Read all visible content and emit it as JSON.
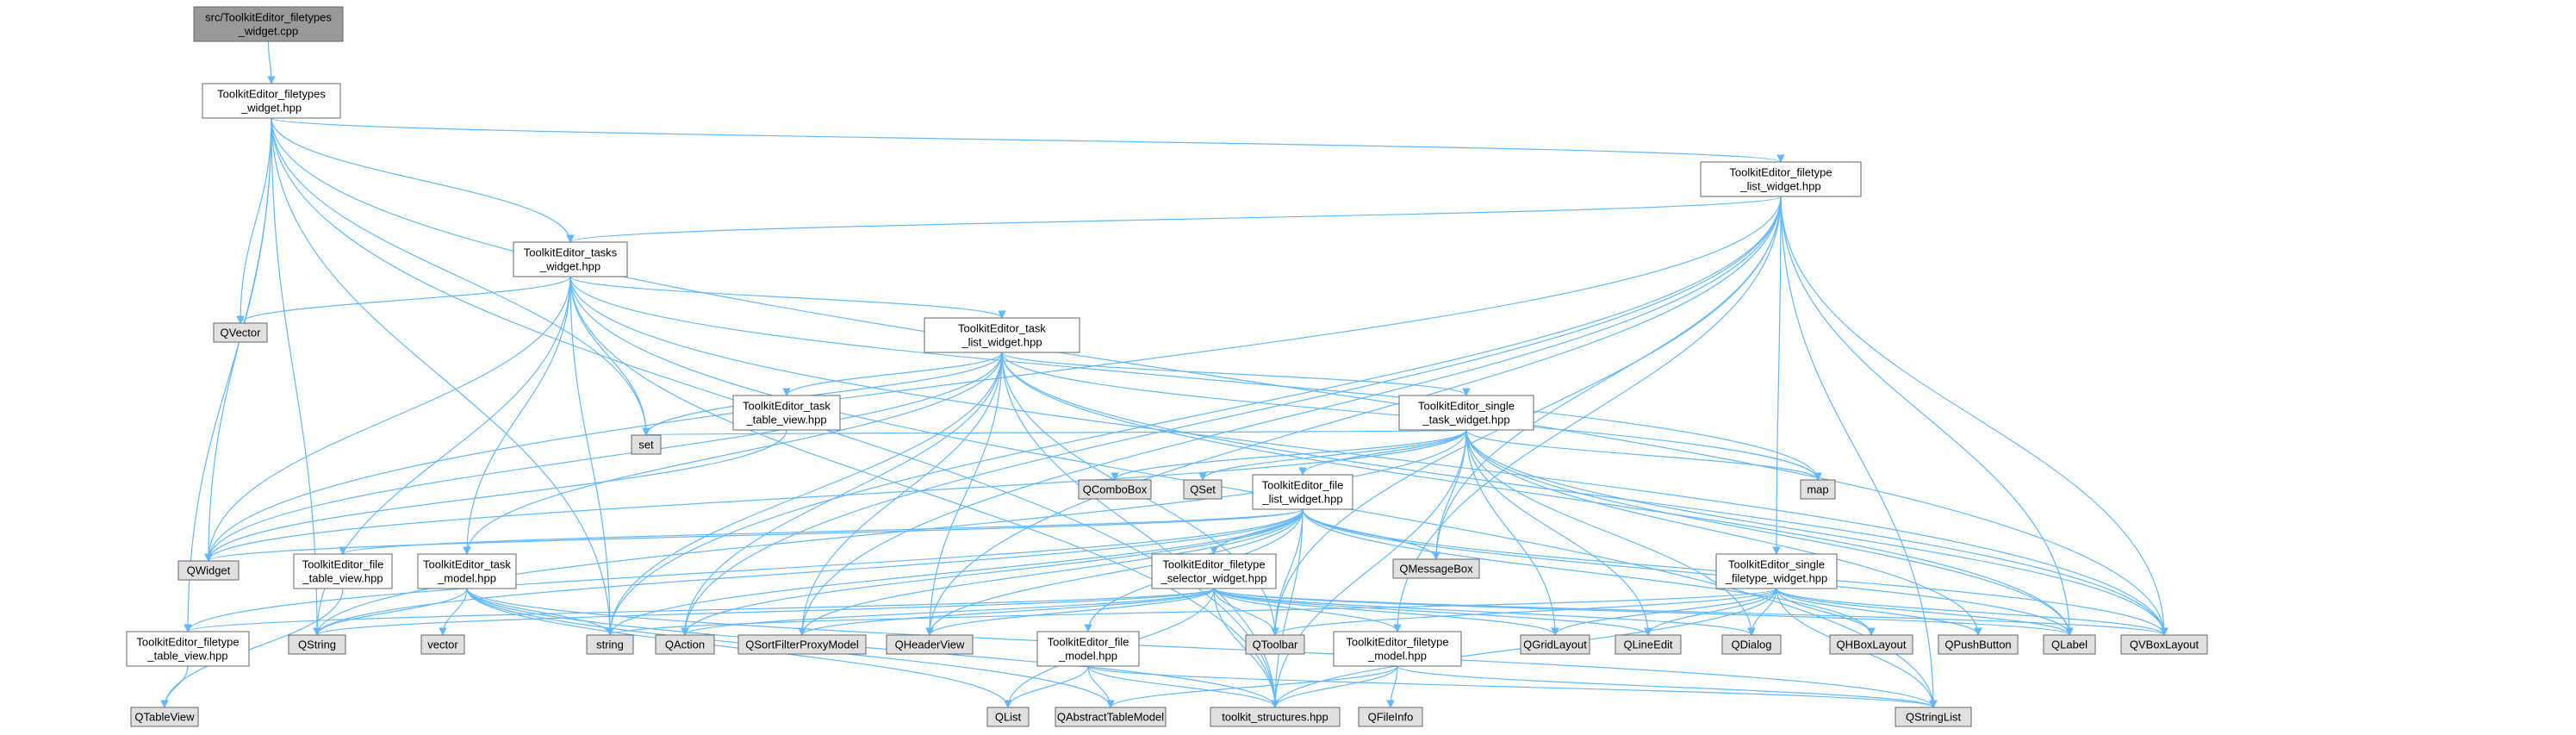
{
  "colors": {
    "edge": "#63b8ff",
    "box_stroke": "#666666",
    "header_fill": "#999999",
    "local_fill": "#ffffff",
    "external_fill": "#e0e0e0"
  },
  "nodes": [
    {
      "id": "n0",
      "lines": [
        "src/ToolkitEditor_filetypes",
        "_widget.cpp"
      ],
      "kind": "header"
    },
    {
      "id": "n1",
      "lines": [
        "ToolkitEditor_filetypes",
        "_widget.hpp"
      ],
      "kind": "local"
    },
    {
      "id": "n2",
      "lines": [
        "ToolkitEditor_filetype",
        "_list_widget.hpp"
      ],
      "kind": "local"
    },
    {
      "id": "n3",
      "lines": [
        "ToolkitEditor_tasks",
        "_widget.hpp"
      ],
      "kind": "local"
    },
    {
      "id": "n4",
      "lines": [
        "QVector"
      ],
      "kind": "external"
    },
    {
      "id": "n5",
      "lines": [
        "ToolkitEditor_task",
        "_list_widget.hpp"
      ],
      "kind": "local"
    },
    {
      "id": "n6",
      "lines": [
        "ToolkitEditor_task",
        "_table_view.hpp"
      ],
      "kind": "local"
    },
    {
      "id": "n7",
      "lines": [
        "ToolkitEditor_single",
        "_task_widget.hpp"
      ],
      "kind": "local"
    },
    {
      "id": "n8",
      "lines": [
        "set"
      ],
      "kind": "external"
    },
    {
      "id": "n9",
      "lines": [
        "QComboBox"
      ],
      "kind": "external"
    },
    {
      "id": "n10",
      "lines": [
        "QSet"
      ],
      "kind": "external"
    },
    {
      "id": "n11",
      "lines": [
        "map"
      ],
      "kind": "external"
    },
    {
      "id": "n12",
      "lines": [
        "ToolkitEditor_file",
        "_list_widget.hpp"
      ],
      "kind": "local"
    },
    {
      "id": "n13",
      "lines": [
        "QWidget"
      ],
      "kind": "external"
    },
    {
      "id": "n14",
      "lines": [
        "ToolkitEditor_file",
        "_table_view.hpp"
      ],
      "kind": "local"
    },
    {
      "id": "n15",
      "lines": [
        "ToolkitEditor_task",
        "_model.hpp"
      ],
      "kind": "local"
    },
    {
      "id": "n16",
      "lines": [
        "ToolkitEditor_filetype",
        "_selector_widget.hpp"
      ],
      "kind": "local"
    },
    {
      "id": "n17",
      "lines": [
        "QMessageBox"
      ],
      "kind": "external"
    },
    {
      "id": "n18",
      "lines": [
        "ToolkitEditor_single",
        "_filetype_widget.hpp"
      ],
      "kind": "local"
    },
    {
      "id": "n19",
      "lines": [
        "ToolkitEditor_filetype",
        "_table_view.hpp"
      ],
      "kind": "local"
    },
    {
      "id": "n20",
      "lines": [
        "QString"
      ],
      "kind": "external"
    },
    {
      "id": "n21",
      "lines": [
        "vector"
      ],
      "kind": "external"
    },
    {
      "id": "n22",
      "lines": [
        "string"
      ],
      "kind": "external"
    },
    {
      "id": "n23",
      "lines": [
        "QAction"
      ],
      "kind": "external"
    },
    {
      "id": "n24",
      "lines": [
        "QSortFilterProxyModel"
      ],
      "kind": "external"
    },
    {
      "id": "n25",
      "lines": [
        "QHeaderView"
      ],
      "kind": "external"
    },
    {
      "id": "n26",
      "lines": [
        "ToolkitEditor_file",
        "_model.hpp"
      ],
      "kind": "local"
    },
    {
      "id": "n27",
      "lines": [
        "QToolbar"
      ],
      "kind": "external"
    },
    {
      "id": "n28",
      "lines": [
        "ToolkitEditor_filetype",
        "_model.hpp"
      ],
      "kind": "local"
    },
    {
      "id": "n29",
      "lines": [
        "QGridLayout"
      ],
      "kind": "external"
    },
    {
      "id": "n30",
      "lines": [
        "QLineEdit"
      ],
      "kind": "external"
    },
    {
      "id": "n31",
      "lines": [
        "QDialog"
      ],
      "kind": "external"
    },
    {
      "id": "n32",
      "lines": [
        "QHBoxLayout"
      ],
      "kind": "external"
    },
    {
      "id": "n33",
      "lines": [
        "QPushButton"
      ],
      "kind": "external"
    },
    {
      "id": "n34",
      "lines": [
        "QLabel"
      ],
      "kind": "external"
    },
    {
      "id": "n35",
      "lines": [
        "QVBoxLayout"
      ],
      "kind": "external"
    },
    {
      "id": "n36",
      "lines": [
        "QTableView"
      ],
      "kind": "external"
    },
    {
      "id": "n37",
      "lines": [
        "QList"
      ],
      "kind": "external"
    },
    {
      "id": "n38",
      "lines": [
        "QAbstractTableModel"
      ],
      "kind": "external"
    },
    {
      "id": "n39",
      "lines": [
        "toolkit_structures.hpp"
      ],
      "kind": "external"
    },
    {
      "id": "n40",
      "lines": [
        "QFileInfo"
      ],
      "kind": "external"
    },
    {
      "id": "n41",
      "lines": [
        "QStringList"
      ],
      "kind": "external"
    }
  ],
  "edges": [
    [
      "n0",
      "n1"
    ],
    [
      "n1",
      "n2"
    ],
    [
      "n1",
      "n3"
    ],
    [
      "n1",
      "n4"
    ],
    [
      "n1",
      "n8"
    ],
    [
      "n1",
      "n13"
    ],
    [
      "n1",
      "n20"
    ],
    [
      "n1",
      "n22"
    ],
    [
      "n1",
      "n35"
    ],
    [
      "n1",
      "n39"
    ],
    [
      "n1",
      "n19"
    ],
    [
      "n2",
      "n3"
    ],
    [
      "n2",
      "n13"
    ],
    [
      "n2",
      "n17"
    ],
    [
      "n2",
      "n18"
    ],
    [
      "n2",
      "n24"
    ],
    [
      "n2",
      "n25"
    ],
    [
      "n2",
      "n34"
    ],
    [
      "n2",
      "n35"
    ],
    [
      "n2",
      "n27"
    ],
    [
      "n2",
      "n23"
    ],
    [
      "n2",
      "n41"
    ],
    [
      "n2",
      "n28"
    ],
    [
      "n2",
      "n22"
    ],
    [
      "n3",
      "n4"
    ],
    [
      "n3",
      "n5"
    ],
    [
      "n3",
      "n8"
    ],
    [
      "n3",
      "n13"
    ],
    [
      "n3",
      "n20"
    ],
    [
      "n3",
      "n22"
    ],
    [
      "n3",
      "n11"
    ],
    [
      "n3",
      "n35"
    ],
    [
      "n3",
      "n15"
    ],
    [
      "n3",
      "n41"
    ],
    [
      "n3",
      "n39"
    ],
    [
      "n5",
      "n6"
    ],
    [
      "n5",
      "n7"
    ],
    [
      "n5",
      "n8"
    ],
    [
      "n5",
      "n13"
    ],
    [
      "n5",
      "n15"
    ],
    [
      "n5",
      "n23"
    ],
    [
      "n5",
      "n24"
    ],
    [
      "n5",
      "n25"
    ],
    [
      "n5",
      "n27"
    ],
    [
      "n5",
      "n11"
    ],
    [
      "n5",
      "n34"
    ],
    [
      "n5",
      "n35"
    ],
    [
      "n5",
      "n39"
    ],
    [
      "n5",
      "n22"
    ],
    [
      "n6",
      "n13"
    ],
    [
      "n7",
      "n8"
    ],
    [
      "n7",
      "n9"
    ],
    [
      "n7",
      "n10"
    ],
    [
      "n7",
      "n11"
    ],
    [
      "n7",
      "n12"
    ],
    [
      "n7",
      "n13"
    ],
    [
      "n7",
      "n17"
    ],
    [
      "n7",
      "n29"
    ],
    [
      "n7",
      "n30"
    ],
    [
      "n7",
      "n31"
    ],
    [
      "n7",
      "n34"
    ],
    [
      "n7",
      "n35"
    ],
    [
      "n7",
      "n20"
    ],
    [
      "n7",
      "n39"
    ],
    [
      "n7",
      "n33"
    ],
    [
      "n12",
      "n14"
    ],
    [
      "n12",
      "n16"
    ],
    [
      "n12",
      "n26"
    ],
    [
      "n12",
      "n13"
    ],
    [
      "n12",
      "n17"
    ],
    [
      "n12",
      "n20"
    ],
    [
      "n12",
      "n22"
    ],
    [
      "n12",
      "n23"
    ],
    [
      "n12",
      "n24"
    ],
    [
      "n12",
      "n25"
    ],
    [
      "n12",
      "n27"
    ],
    [
      "n12",
      "n34"
    ],
    [
      "n12",
      "n35"
    ],
    [
      "n12",
      "n39"
    ],
    [
      "n12",
      "n32"
    ],
    [
      "n12",
      "n19"
    ],
    [
      "n14",
      "n36"
    ],
    [
      "n15",
      "n20"
    ],
    [
      "n15",
      "n21"
    ],
    [
      "n15",
      "n22"
    ],
    [
      "n15",
      "n37"
    ],
    [
      "n15",
      "n38"
    ],
    [
      "n15",
      "n39"
    ],
    [
      "n15",
      "n41"
    ],
    [
      "n16",
      "n19"
    ],
    [
      "n16",
      "n28"
    ],
    [
      "n16",
      "n20"
    ],
    [
      "n16",
      "n23"
    ],
    [
      "n16",
      "n24"
    ],
    [
      "n16",
      "n25"
    ],
    [
      "n16",
      "n27"
    ],
    [
      "n16",
      "n29"
    ],
    [
      "n16",
      "n30"
    ],
    [
      "n16",
      "n31"
    ],
    [
      "n16",
      "n34"
    ],
    [
      "n16",
      "n35"
    ],
    [
      "n16",
      "n37"
    ],
    [
      "n16",
      "n39"
    ],
    [
      "n18",
      "n22"
    ],
    [
      "n18",
      "n27"
    ],
    [
      "n18",
      "n29"
    ],
    [
      "n18",
      "n30"
    ],
    [
      "n18",
      "n31"
    ],
    [
      "n18",
      "n32"
    ],
    [
      "n18",
      "n33"
    ],
    [
      "n18",
      "n34"
    ],
    [
      "n18",
      "n35"
    ],
    [
      "n18",
      "n39"
    ],
    [
      "n18",
      "n41"
    ],
    [
      "n19",
      "n36"
    ],
    [
      "n26",
      "n37"
    ],
    [
      "n26",
      "n38"
    ],
    [
      "n26",
      "n39"
    ],
    [
      "n26",
      "n41"
    ],
    [
      "n28",
      "n38"
    ],
    [
      "n28",
      "n39"
    ],
    [
      "n28",
      "n40"
    ],
    [
      "n28",
      "n41"
    ]
  ]
}
